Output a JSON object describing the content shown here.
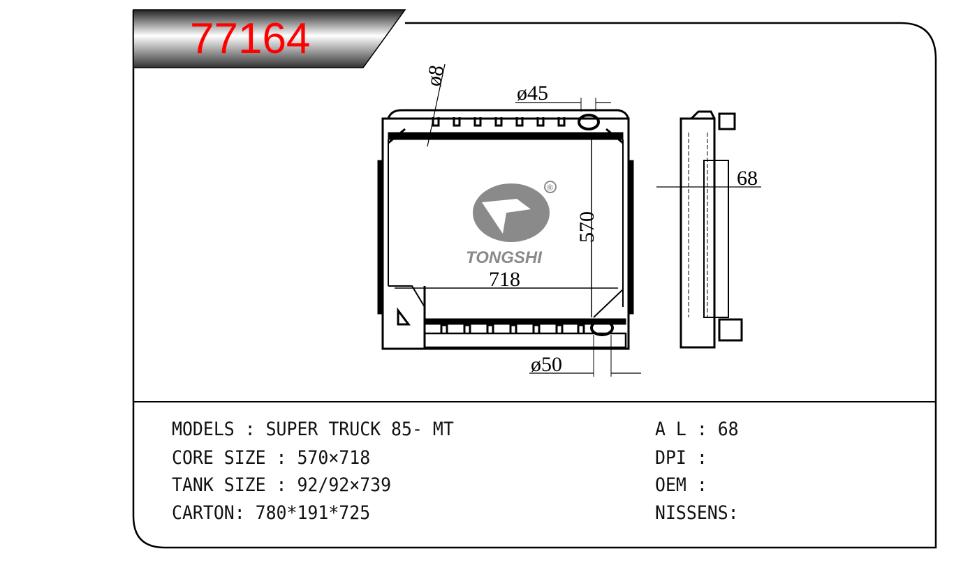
{
  "part_number": "77164",
  "brand": {
    "name": "TONGSHI",
    "registered": "®"
  },
  "drawing": {
    "dim_pin": "ø8",
    "dim_inlet": "ø45",
    "dim_outlet": "ø50",
    "dim_height": "570",
    "dim_width": "718",
    "dim_depth": "68"
  },
  "specs_left": [
    "MODELS : SUPER TRUCK 85- MT",
    "CORE SIZE : 570×718",
    "TANK SIZE : 92/92×739",
    "CARTON: 780*191*725"
  ],
  "specs_right": [
    "A L : 68",
    "DPI :",
    "OEM :",
    "NISSENS:"
  ]
}
